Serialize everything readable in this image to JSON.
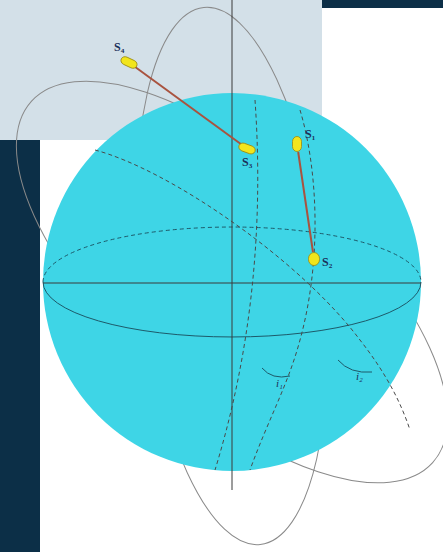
{
  "diagram": {
    "nodes": [
      {
        "text": [
          "S₄"
        ]
      },
      {
        "text": [
          "S₃"
        ]
      },
      {
        "text": [
          "S₁"
        ]
      },
      {
        "text": [
          "S₂"
        ]
      }
    ],
    "edges": [
      {
        "from": 0,
        "to": 1,
        "arrow": "none"
      },
      {
        "from": 2,
        "to": 3,
        "arrow": "none"
      }
    ],
    "labels": [
      "i₁",
      "i₂"
    ]
  }
}
